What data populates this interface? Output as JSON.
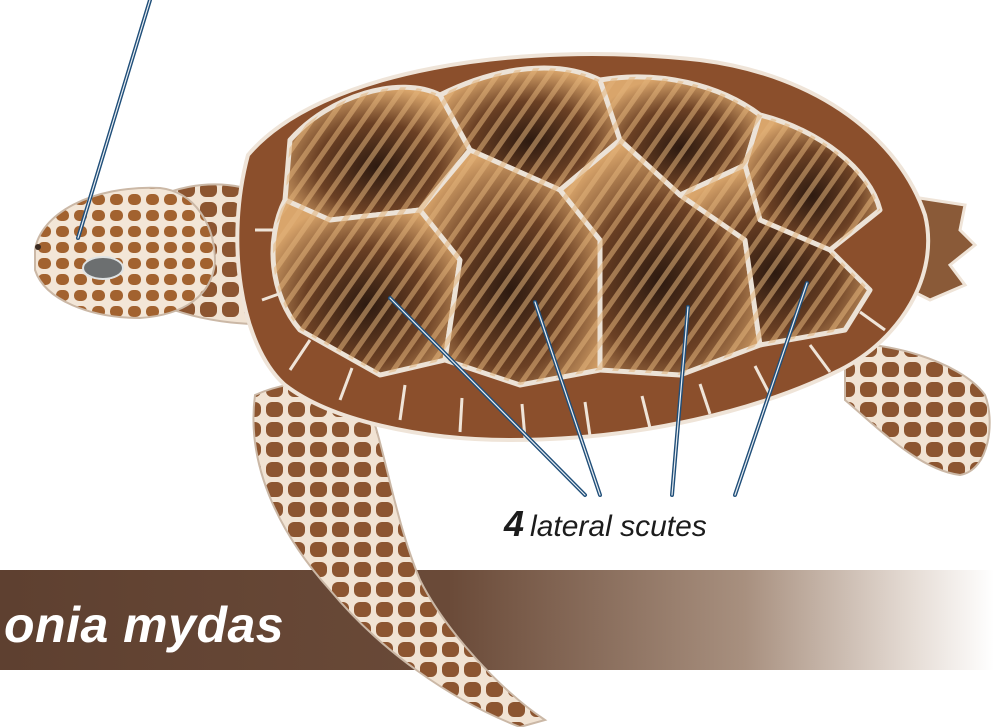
{
  "labels": {
    "lateral_count": "4",
    "lateral_text": "lateral scutes",
    "species_name": "onia mydas"
  },
  "colors": {
    "banner": "#5e4030",
    "pointer_line": "#1f4e79",
    "shell_dark": "#3a2418",
    "shell_light": "#d9a56b",
    "seam": "#e8dccf",
    "skin": "#b07848"
  },
  "icons": {
    "subject": "green-sea-turtle-illustration"
  }
}
